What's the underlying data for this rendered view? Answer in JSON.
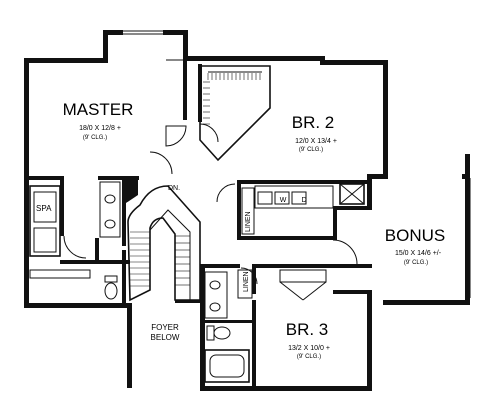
{
  "rooms": {
    "master": {
      "name": "MASTER",
      "size": "18/0 X 12/8 +",
      "ceiling": "(9' CLG.)"
    },
    "br2": {
      "name": "BR. 2",
      "size": "12/0 X 13/4 +",
      "ceiling": "(9' CLG.)"
    },
    "bonus": {
      "name": "BONUS",
      "size": "15/0 X 14/6 +/-",
      "ceiling": "(9' CLG.)"
    },
    "br3": {
      "name": "BR. 3",
      "size": "13/2 X 10/0 +",
      "ceiling": "(9' CLG.)"
    }
  },
  "labels": {
    "spa": "SPA",
    "down": "DN.",
    "linen_vertical": "LINEN",
    "linen": "LINEN",
    "washer": "W",
    "dryer": "D",
    "foyer_line1": "FOYER",
    "foyer_line2": "BELOW"
  }
}
